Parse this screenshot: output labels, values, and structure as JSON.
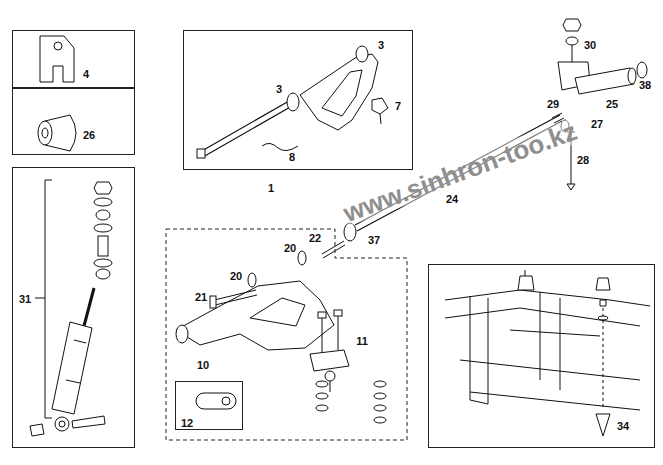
{
  "diagram": {
    "nodes": [
      {
        "text": [
          "4"
        ]
      },
      {
        "text": [
          "26"
        ]
      },
      {
        "text": [
          "3",
          "3",
          "7",
          "8",
          "1"
        ]
      },
      {
        "text": [
          "31"
        ]
      },
      {
        "text": [
          "22",
          "20",
          "20",
          "21",
          "11",
          "10"
        ]
      },
      {
        "text": [
          "12"
        ],
        "in": 4
      },
      {
        "text": [
          "34"
        ]
      }
    ],
    "labels": [
      "30",
      "38",
      "25",
      "29",
      "27",
      "28",
      "24",
      "37",
      "www.sinhron-too.kz"
    ]
  }
}
